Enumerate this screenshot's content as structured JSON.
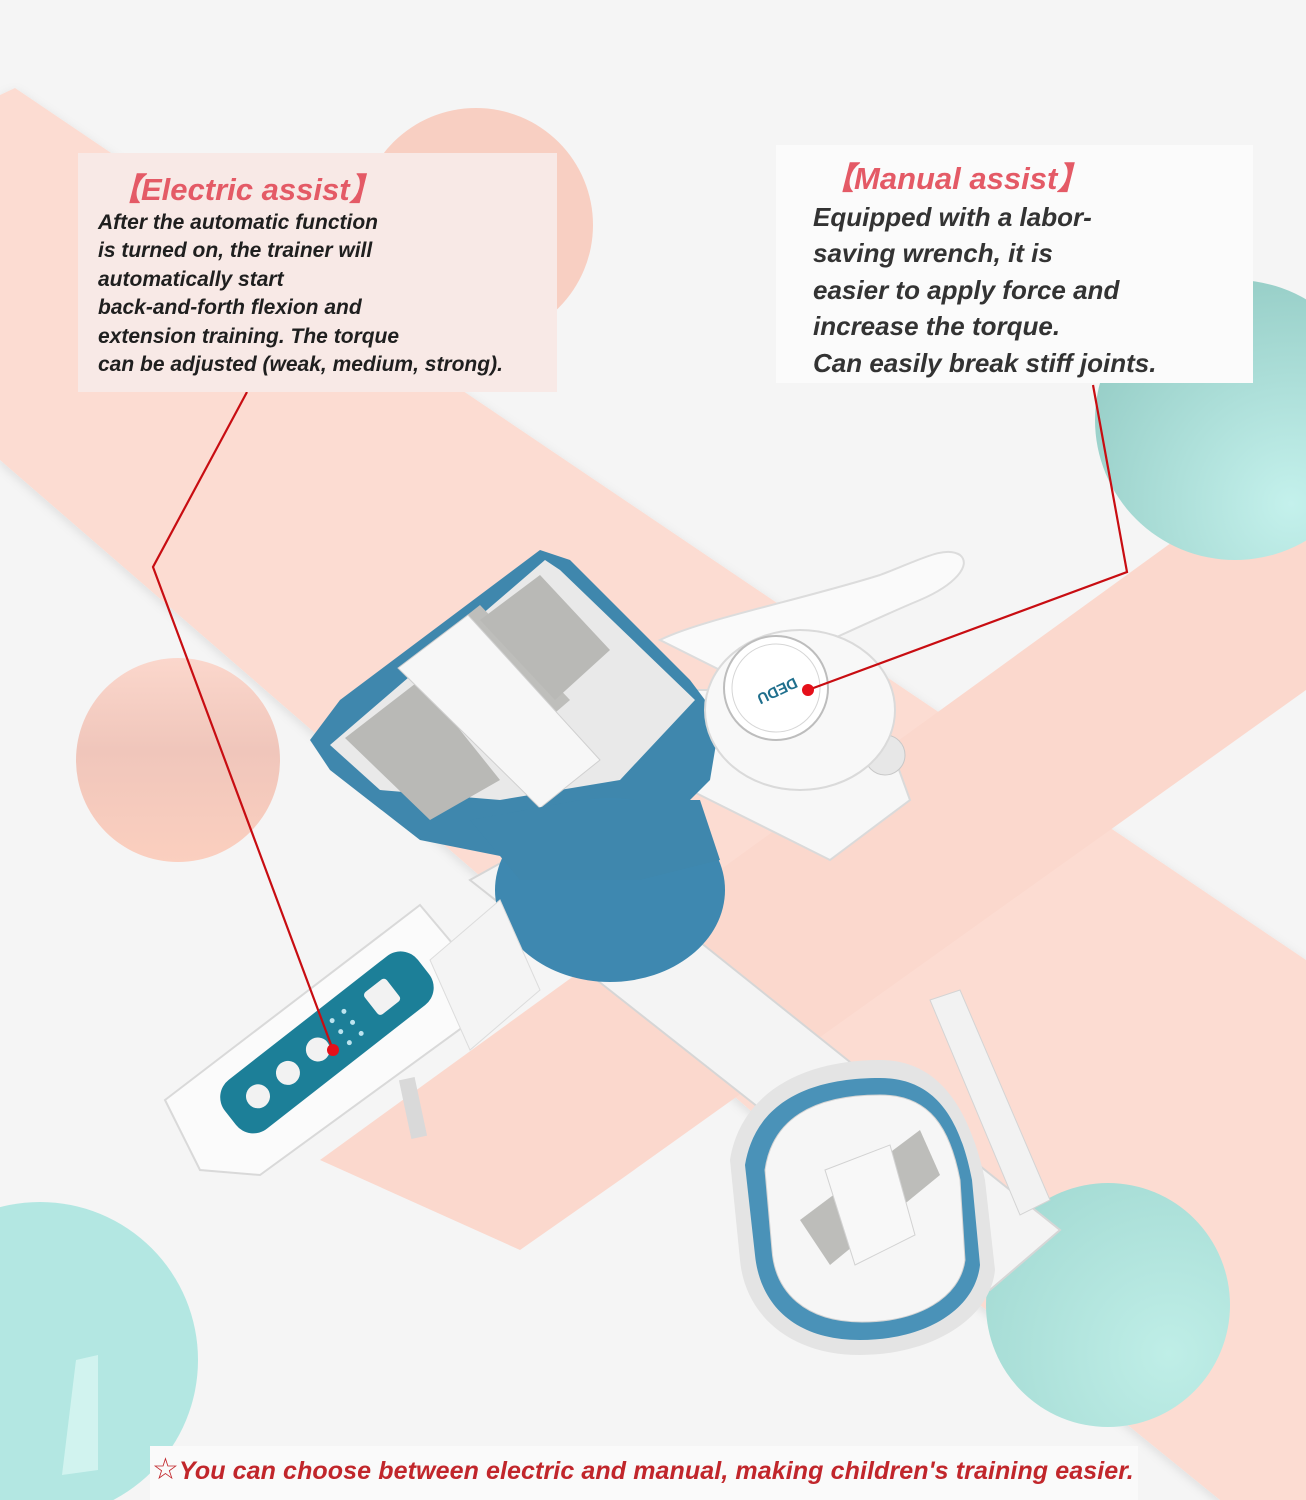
{
  "callouts": {
    "electric": {
      "title": "【Electric assist】",
      "lines": [
        "After the automatic function",
        "is turned on, the trainer will",
        "automatically start",
        "back-and-forth flexion and",
        "extension training. The torque",
        "can be adjusted (weak, medium, strong)."
      ]
    },
    "manual": {
      "title": "【Manual assist】",
      "lines": [
        "Equipped with a labor-",
        "saving wrench, it is",
        "easier to apply force and",
        "increase the torque.",
        "Can easily break stiff joints."
      ]
    }
  },
  "banner": {
    "star_icon": "☆",
    "text": "You can choose between electric and manual, making children's training easier."
  },
  "device": {
    "brand_dial_text": "DEDU",
    "control_panel_buttons": 3,
    "control_panel_indicator_dots": 6
  },
  "colors": {
    "background": "#f5f5f5",
    "stripe_pink": "#fbd9cf",
    "ball_pink": "#f6c9bb",
    "ball_teal": "#a8dcd6",
    "device_blue": "#3f87ad",
    "panel_teal": "#1c7f98",
    "title_red": "#e45a66",
    "line_red": "#c80d12",
    "banner_red": "#c1262b"
  }
}
